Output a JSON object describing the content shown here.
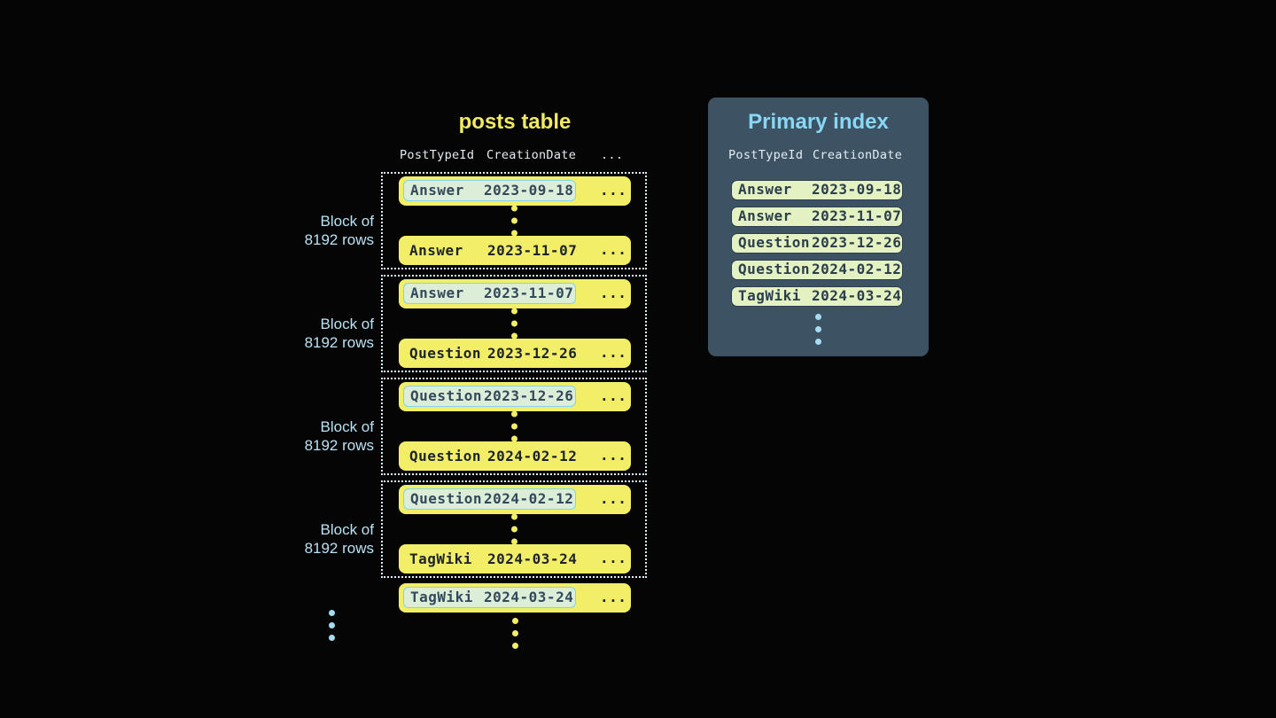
{
  "posts_table": {
    "title": "posts table",
    "headers": {
      "col1": "PostTypeId",
      "col2": "CreationDate",
      "col3": "..."
    },
    "block_label": {
      "line1": "Block of",
      "line2": "8192 rows"
    },
    "row_ellipsis": "...",
    "blocks": [
      {
        "first": {
          "type": "Answer",
          "date": "2023-09-18"
        },
        "last": {
          "type": "Answer",
          "date": "2023-11-07"
        }
      },
      {
        "first": {
          "type": "Answer",
          "date": "2023-11-07"
        },
        "last": {
          "type": "Question",
          "date": "2023-12-26"
        }
      },
      {
        "first": {
          "type": "Question",
          "date": "2023-12-26"
        },
        "last": {
          "type": "Question",
          "date": "2024-02-12"
        }
      },
      {
        "first": {
          "type": "Question",
          "date": "2024-02-12"
        },
        "last": {
          "type": "TagWiki",
          "date": "2024-03-24"
        }
      }
    ],
    "overflow_row": {
      "type": "TagWiki",
      "date": "2024-03-24"
    }
  },
  "primary_index": {
    "title": "Primary index",
    "headers": {
      "col1": "PostTypeId",
      "col2": "CreationDate"
    },
    "rows": [
      {
        "type": "Answer",
        "date": "2023-09-18"
      },
      {
        "type": "Answer",
        "date": "2023-11-07"
      },
      {
        "type": "Question",
        "date": "2023-12-26"
      },
      {
        "type": "Question",
        "date": "2024-02-12"
      },
      {
        "type": "TagWiki",
        "date": "2024-03-24"
      }
    ]
  },
  "colors": {
    "background": "#050505",
    "row_yellow": "#f2ee68",
    "row_text_dark": "#1c232b",
    "highlight_bg": "#dcedd8",
    "highlight_border": "#7fd4ef",
    "highlight_text": "#33495c",
    "block_border": "#d8edf8",
    "label_blue": "#b9e2f4",
    "title_yellow": "#f0eb62",
    "panel_bg": "#3d5363",
    "panel_title": "#87d7f5",
    "header_text": "#e4ecf1",
    "index_row_bg": "#e4f1c2",
    "index_row_border": "#2b3e4c",
    "index_row_text": "#2b3e4c",
    "dot_blue": "#a5dcf1"
  }
}
